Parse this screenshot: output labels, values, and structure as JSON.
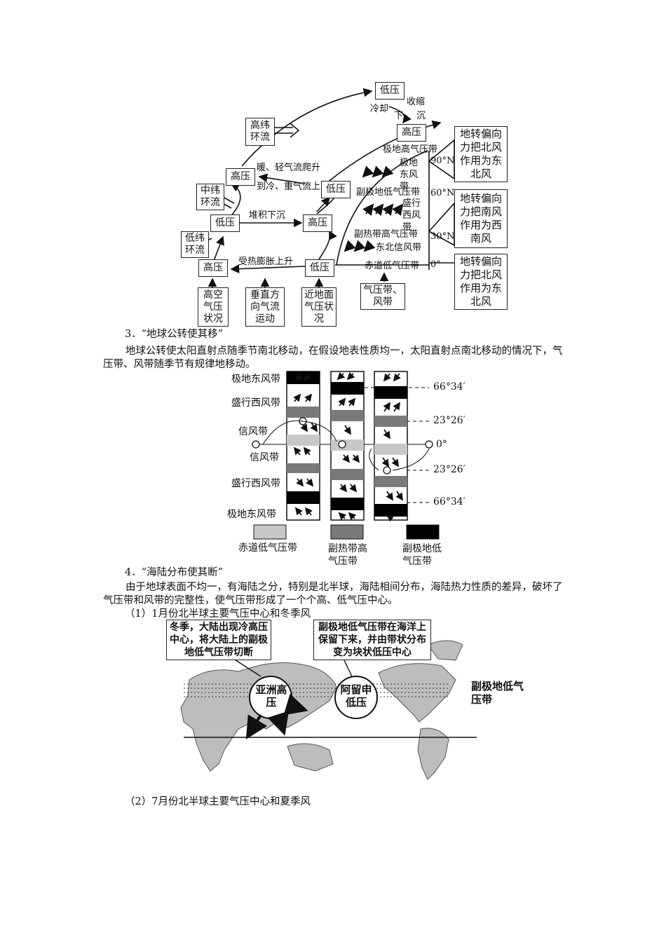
{
  "diagram1": {
    "boxes": {
      "top_low": "低压",
      "top_high": "高压",
      "high_lat_circ": "高纬环流",
      "mid_lat_circ": "中纬环流",
      "low_lat_circ": "低纬环流",
      "high_mid": "高压",
      "low_right_mid": "低压",
      "low_left_lower": "低压",
      "high_right_lower": "高压",
      "high_bottom_left": "高压",
      "low_bottom_right": "低压",
      "upper_air": "高空气压状况",
      "vertical_flow": "垂直方向气流运动",
      "near_surface": "近地面气压状况",
      "belts_box": "气压带、风带",
      "note1": "地转偏向力把北风作用为东北风",
      "note2": "地转偏向力把南风作用为西南风",
      "note3": "地转偏向力把北风作用为东北风"
    },
    "labels": {
      "cool": "冷却",
      "shrink": "收缩",
      "down": "下",
      "sink": "沉",
      "warm_rise": "暖、轻气流爬升",
      "cold_rise": "到冷、重气流上",
      "pile_sink": "堆积下沉",
      "heat_rise": "受热膨胀上升",
      "polar_high": "极地高气压带",
      "polar_east": "极地东风带",
      "subpolar_low": "副极地低气压带",
      "westerly": "盛行西风带",
      "subtrop_high": "副热带高气压带",
      "ne_trade": "东北信风带",
      "eq_low": "赤道低气压带",
      "lat90": "90°N",
      "lat60": "60°N",
      "lat30": "30°N",
      "lat0": "0°"
    }
  },
  "section3": {
    "heading": "3．“地球公转使其移”",
    "body": "地球公转使太阳直射点随季节南北移动，在假设地表性质均一，太阳直射点南北移动的情况下，气压带、风带随季节有规律地移动。"
  },
  "diagram2": {
    "left_labels": [
      "极地东风带",
      "盛行西风带",
      "信风带",
      "信风带",
      "盛行西风带",
      "极地东风带"
    ],
    "right_labels": [
      "66°34′",
      "23°26′",
      "0°",
      "23°26′",
      "66°34′"
    ],
    "legend": [
      "赤道低气压带",
      "副热带高气压带",
      "副极地低气压带"
    ],
    "legend_colors": [
      "#c8c8c8",
      "#7a7a7a",
      "#000000"
    ]
  },
  "section4": {
    "heading": "4．“海陆分布使其断”",
    "body": "由于地球表面不均一，有海陆之分，特别是北半球，海陆相间分布，海陆热力性质的差异，破坏了气压带和风带的完整性，使气压带形成了一个个高、低气压中心。",
    "sub1": "（1）1月份北半球主要气压中心和冬季风",
    "sub2": "（2）7月份北半球主要气压中心和夏季风"
  },
  "map": {
    "note_left": "冬季，大陆出现冷高压中心，将大陆上的副极地低气压带切断",
    "note_right": "副极地低气压带在海洋上保留下来，并由带状分布变为块状低压中心",
    "asia_high": "亚洲高压",
    "aleutian_low": "阿留申低压",
    "subpolar_label": "副极地低气压带"
  }
}
